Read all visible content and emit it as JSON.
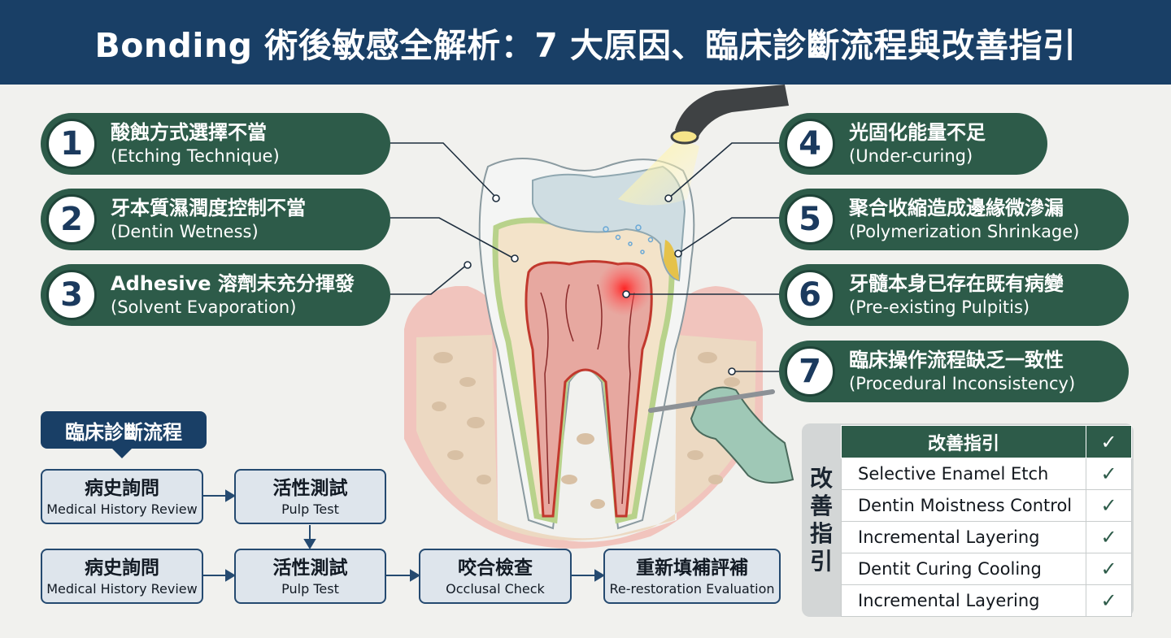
{
  "title": "Bonding 術後敏感全解析：7 大原因、臨床診斷流程與改善指引",
  "causes": [
    {
      "num": "1",
      "zh": "酸蝕方式選擇不當",
      "en": "(Etching Technique)"
    },
    {
      "num": "2",
      "zh": "牙本質濕潤度控制不當",
      "en": "(Dentin Wetness)"
    },
    {
      "num": "3",
      "zh": "Adhesive 溶劑未充分揮發",
      "en": "(Solvent Evaporation)"
    },
    {
      "num": "4",
      "zh": "光固化能量不足",
      "en": "(Under-curing)"
    },
    {
      "num": "5",
      "zh": "聚合收縮造成邊緣微滲漏",
      "en": "(Polymerization Shrinkage)"
    },
    {
      "num": "6",
      "zh": "牙髓本身已存在既有病變",
      "en": "(Pre-existing Pulpitis)"
    },
    {
      "num": "7",
      "zh": "臨床操作流程缺乏一致性",
      "en": "(Procedural Inconsistency)"
    }
  ],
  "flow": {
    "title": "臨床診斷流程",
    "boxes": [
      {
        "zh": "病史詢問",
        "en": "Medical History Review"
      },
      {
        "zh": "活性測試",
        "en": "Pulp Test"
      },
      {
        "zh": "病史詢問",
        "en": "Medical History Review"
      },
      {
        "zh": "活性測試",
        "en": "Pulp Test"
      },
      {
        "zh": "咬合檢查",
        "en": "Occlusal Check"
      },
      {
        "zh": "重新填補評補",
        "en": "Re-restoration Evaluation"
      }
    ]
  },
  "guide": {
    "side_label": [
      "改",
      "善",
      "指",
      "引"
    ],
    "header": "改善指引",
    "check": "✓",
    "items": [
      "Selective Enamel Etch",
      "Dentin Moistness Control",
      "Incremental Layering",
      "Dentit Curing Cooling",
      "Incremental Layering"
    ]
  },
  "colors": {
    "header_bg": "#193f66",
    "pill_green": "#2d5b49",
    "flow_box": "#dee5ec"
  }
}
